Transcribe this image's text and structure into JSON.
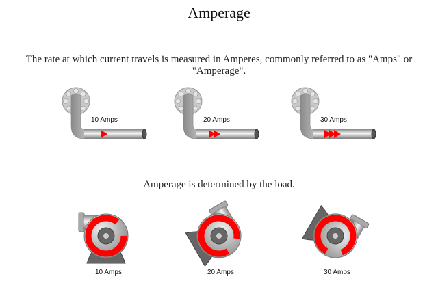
{
  "title": "Amperage",
  "intro_text": "The rate at which current travels is measured in Amperes, commonly referred to as \"Amps\" or \"Amperage\".",
  "load_text": "Amperage is determined by the load.",
  "pipes": [
    {
      "label": "10 Amps",
      "arrows": 1
    },
    {
      "label": "20 Amps",
      "arrows": 2
    },
    {
      "label": "30 Amps",
      "arrows": 3
    }
  ],
  "pumps": [
    {
      "label": "10 Amps"
    },
    {
      "label": "20 Amps"
    },
    {
      "label": "30 Amps"
    }
  ],
  "colors": {
    "arrow": "#ff0000",
    "pipe": "#c8c8c8",
    "pump": "#b0b0b0"
  }
}
